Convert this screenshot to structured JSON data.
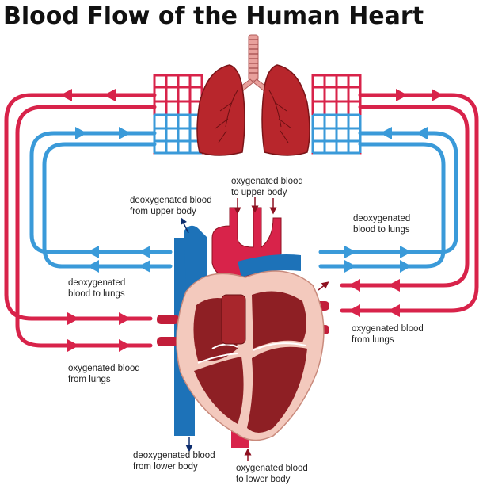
{
  "title": "Blood  Flow  of the Human Heart",
  "labels": {
    "oxy_upper": [
      "oxygenated blood",
      "to upper body"
    ],
    "deoxy_upper": [
      "deoxygenated blood",
      "from upper body"
    ],
    "deoxy_lungs_left": [
      "deoxygenated",
      "blood to lungs"
    ],
    "deoxy_lungs_right": [
      "deoxygenated",
      "blood to lungs"
    ],
    "oxy_lungs_left": [
      "oxygenated blood",
      "from lungs"
    ],
    "oxy_lungs_right": [
      "oxygenated blood",
      "from lungs"
    ],
    "deoxy_lower": [
      "deoxygenated blood",
      "from lower body"
    ],
    "oxy_lower": [
      "oxygenated blood",
      "to lower body"
    ]
  },
  "colors": {
    "oxygenated": "#d8234a",
    "deoxygenated": "#3a9ad9",
    "heart_wall": "#f3c9bd",
    "heart_chamber": "#8e1f24",
    "vein": "#1d72b8",
    "lungs": "#b8262c"
  }
}
